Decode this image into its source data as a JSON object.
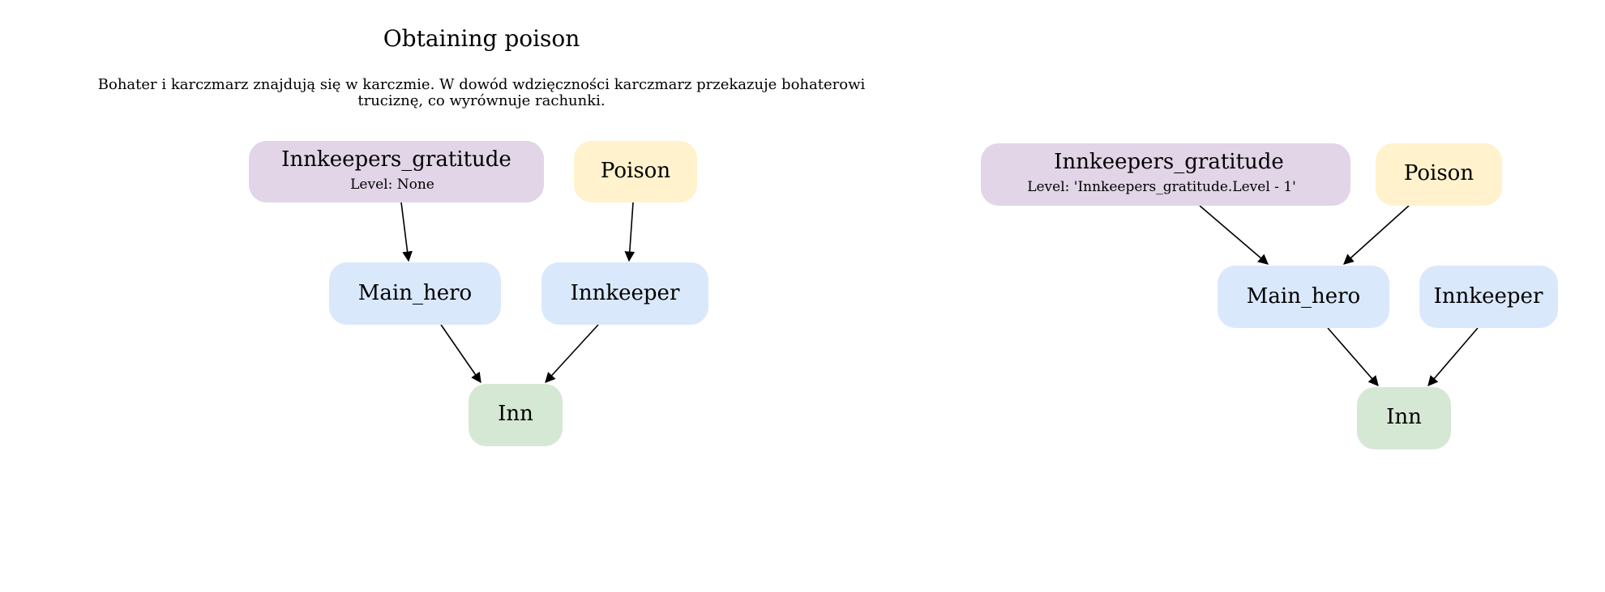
{
  "title": "Obtaining poison",
  "description_line1": "Bohater i karczmarz znajdują się w karczmie. W dowód wdzięczności karczmarz przekazuje bohaterowi",
  "description_line2": "truciznę, co wyrównuje rachunki.",
  "colors": {
    "purple_node": "#e1d5e7",
    "yellow_node": "#fff2cc",
    "blue_node": "#dae8fc",
    "green_node": "#d5e8d4",
    "edge": "#000000"
  },
  "left_graph": {
    "gratitude": {
      "label": "Innkeepers_gratitude",
      "level": "Level: None"
    },
    "poison": {
      "label": "Poison"
    },
    "main_hero": {
      "label": "Main_hero"
    },
    "innkeeper": {
      "label": "Innkeeper"
    },
    "inn": {
      "label": "Inn"
    }
  },
  "right_graph": {
    "gratitude": {
      "label": "Innkeepers_gratitude",
      "level": "Level: 'Innkeepers_gratitude.Level - 1'"
    },
    "poison": {
      "label": "Poison"
    },
    "main_hero": {
      "label": "Main_hero"
    },
    "innkeeper": {
      "label": "Innkeeper"
    },
    "inn": {
      "label": "Inn"
    }
  }
}
